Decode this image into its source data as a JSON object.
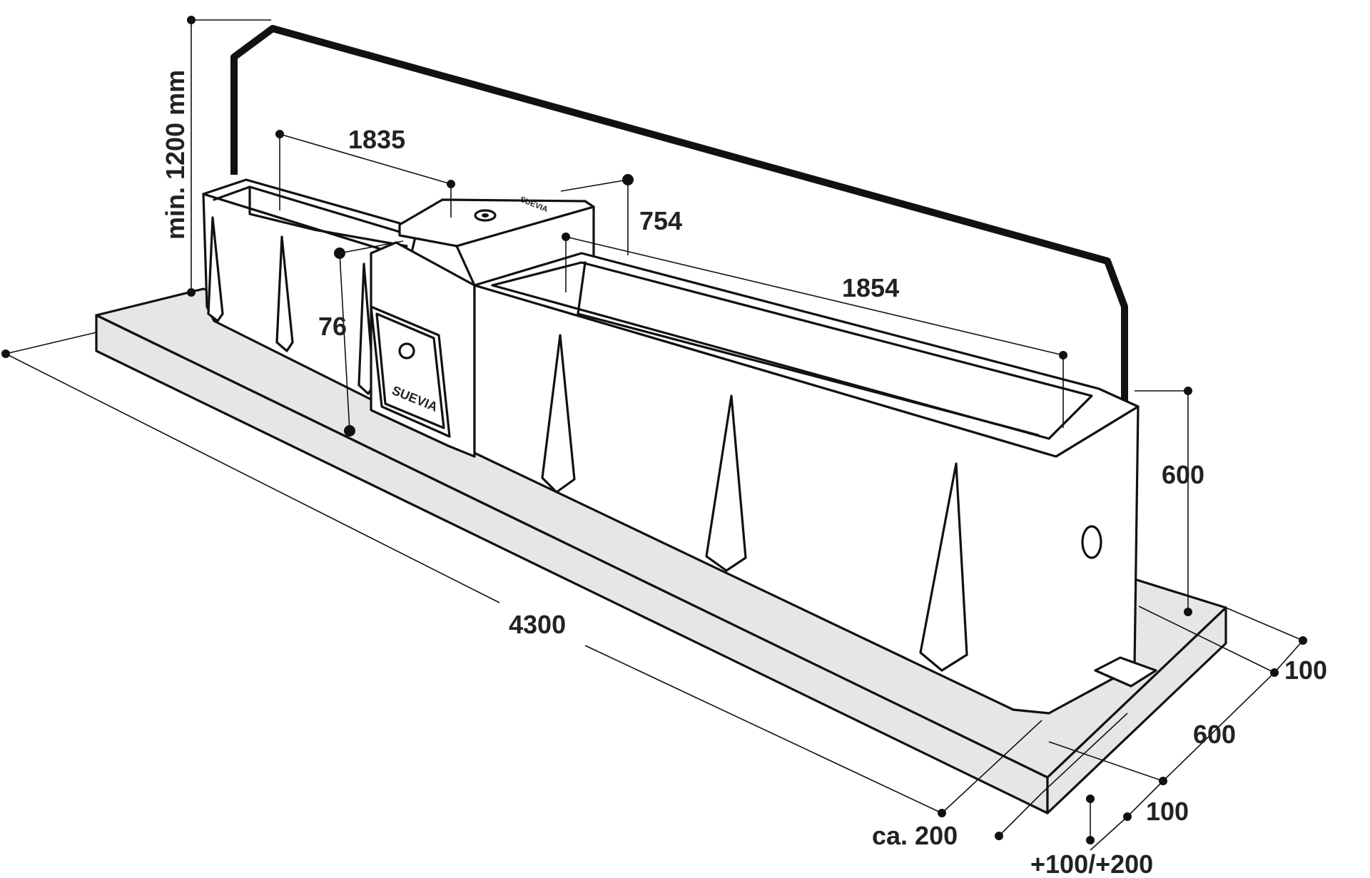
{
  "diagram": {
    "brand_label": "SUEVIA",
    "dimensions": {
      "min_height": "min. 1200 mm",
      "left_trough_length": "1835",
      "center_height": "754",
      "right_trough_length": "1854",
      "step_height": "76",
      "trough_height": "600",
      "total_length": "4300",
      "edge_offset_top": "100",
      "depth": "600",
      "edge_offset_bottom": "100",
      "front_clearance": "ca. 200",
      "extra_range": "+100/+200"
    },
    "colors": {
      "line": "#111111",
      "slab_fill": "#e6e6e6",
      "trough_fill": "#ffffff"
    }
  }
}
